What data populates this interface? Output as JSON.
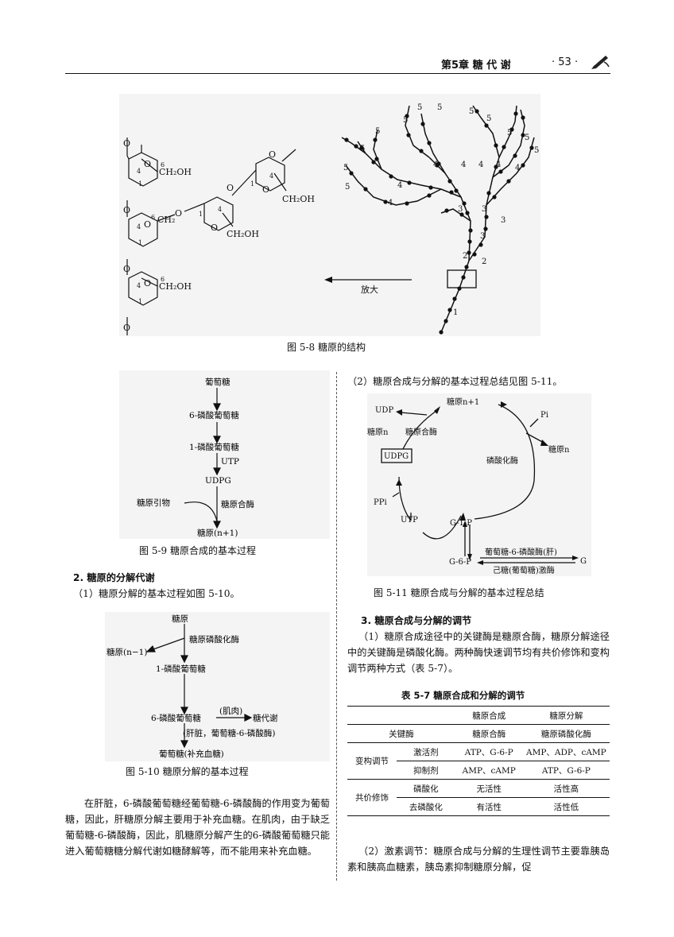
{
  "header": {
    "chapter": "第5章  糖  代  谢",
    "page": "· 53 ·"
  },
  "fig58": {
    "caption": "图 5-8   糖原的结构",
    "arrow_label": "放大",
    "ch2oh": "CH₂OH",
    "ch2": "CH₂",
    "o": "O",
    "n1": "1",
    "n4": "4",
    "n6": "6",
    "branch_nums": [
      "1",
      "2",
      "2",
      "3",
      "3",
      "3",
      "3",
      "4",
      "4",
      "4",
      "4",
      "4",
      "4",
      "4",
      "5",
      "5",
      "5",
      "5",
      "5",
      "5",
      "5",
      "5",
      "5",
      "5",
      "5",
      "5"
    ]
  },
  "fig59": {
    "steps": [
      "葡萄糖",
      "6-磷酸葡萄糖",
      "1-磷酸葡萄糖",
      "UDPG",
      "糖原(n+1)"
    ],
    "utp": "UTP",
    "primer": "糖原引物",
    "enzyme": "糖原合酶",
    "caption": "图 5-9   糖原合成的基本过程"
  },
  "sec2": {
    "title": "2. 糖原的分解代谢",
    "p1": "（1）糖原分解的基本过程如图 5-10。"
  },
  "fig510": {
    "glycogen": "糖原",
    "glycogen_n1": "糖原(n−1)",
    "enzyme": "糖原磷酸化酶",
    "g1p": "1-磷酸葡萄糖",
    "g6p": "6-磷酸葡萄糖",
    "muscle": "(肌肉)",
    "metab": "糖代谢",
    "liver": "(肝脏，葡萄糖-6-磷酸酶)",
    "glucose": "葡萄糖(补充血糖)",
    "caption": "图 5-10   糖原分解的基本过程"
  },
  "para_left": "在肝脏，6-磷酸葡萄糖经葡萄糖-6-磷酸酶的作用变为葡萄糖，因此，肝糖原分解主要用于补充血糖。在肌肉，由于缺乏葡萄糖-6-磷酸酶，因此，肌糖原分解产生的6-磷酸葡萄糖只能进入葡萄糖糖分解代谢如糖酵解等，而不能用来补充血糖。",
  "right_intro": "（2）糖原合成与分解的基本过程总结见图 5-11。",
  "fig511": {
    "top": "糖原n+1",
    "udp": "UDP",
    "pi": "Pi",
    "glycogen_n_l": "糖原n",
    "synthase": "糖原合酶",
    "glycogen_n_r": "糖原n",
    "udpg": "UDPG",
    "phosphorylase": "磷酸化酶",
    "ppi": "PPi",
    "utp": "UTP",
    "g1p": "G-1-P",
    "g6p": "G-6-P",
    "g6pase": "葡萄糖-6-磷酸酶(肝)",
    "hexokinase": "己糖(葡萄糖)激酶",
    "g": "G",
    "caption": "图 5-11   糖原合成与分解的基本过程总结"
  },
  "sec3": {
    "title": "3. 糖原合成与分解的调节",
    "p1": "（1）糖原合成途径中的关键酶是糖原合酶，糖原分解途径中的关键酶是磷酸化酶。两种酶快速调节均有共价修饰和变构调节两种方式（表 5-7）。"
  },
  "table57": {
    "title": "表 5-7   糖原合成和分解的调节",
    "head": [
      "糖原合成",
      "糖原分解"
    ],
    "rows": [
      [
        "关键酶",
        "糖原合酶",
        "糖原磷酸化酶"
      ],
      [
        "变构调节",
        "激活剂",
        "ATP、G-6-P",
        "AMP、ADP、cAMP"
      ],
      [
        "抑制剂",
        "AMP、cAMP",
        "ATP、G-6-P"
      ],
      [
        "共价修饰",
        "磷酸化",
        "无活性",
        "活性高"
      ],
      [
        "去磷酸化",
        "有活性",
        "活性低"
      ]
    ]
  },
  "para_right_bottom": "（2）激素调节：糖原合成与分解的生理性调节主要靠胰岛素和胰高血糖素，胰岛素抑制糖原分解，促"
}
